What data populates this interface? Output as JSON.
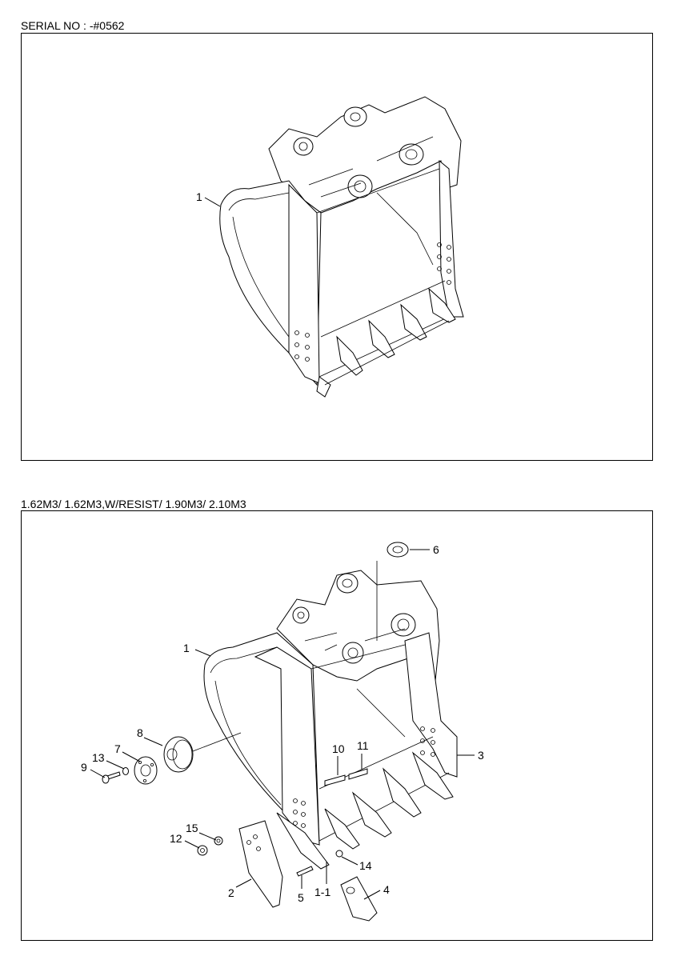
{
  "top_caption": "SERIAL NO : -#0562",
  "bottom_caption": "1.62M3/ 1.62M3,W/RESIST/ 1.90M3/ 2.10M3",
  "top_labels": {
    "bucket": "1"
  },
  "bottom_labels": {
    "bucket": "1",
    "tooth_point": "1-1",
    "side_cutter": "2",
    "side_plate": "3",
    "tooth": "4",
    "pin": "5",
    "bushing": "6",
    "washer": "7",
    "shim": "8",
    "bolt_9": "9",
    "bolt_10": "10",
    "nut_11": "11",
    "nut_12": "12",
    "washer_13": "13",
    "lock_14": "14",
    "washer_15": "15"
  }
}
